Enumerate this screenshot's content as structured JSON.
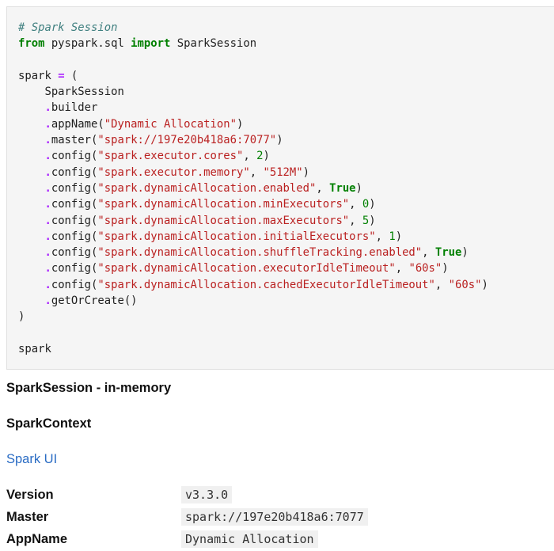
{
  "code_cell": {
    "lines": [
      [
        {
          "t": "# Spark Session",
          "c": "cm"
        }
      ],
      [
        {
          "t": "from",
          "c": "kw"
        },
        {
          "t": " pyspark.sql ",
          "c": ""
        },
        {
          "t": "import",
          "c": "kw"
        },
        {
          "t": " SparkSession",
          "c": ""
        }
      ],
      [
        {
          "t": "",
          "c": ""
        }
      ],
      [
        {
          "t": "spark ",
          "c": ""
        },
        {
          "t": "=",
          "c": "op"
        },
        {
          "t": " (",
          "c": ""
        }
      ],
      [
        {
          "t": "    SparkSession",
          "c": ""
        }
      ],
      [
        {
          "t": "    ",
          "c": ""
        },
        {
          "t": ".",
          "c": "dot"
        },
        {
          "t": "builder",
          "c": ""
        }
      ],
      [
        {
          "t": "    ",
          "c": ""
        },
        {
          "t": ".",
          "c": "dot"
        },
        {
          "t": "appName(",
          "c": ""
        },
        {
          "t": "\"Dynamic Allocation\"",
          "c": "st"
        },
        {
          "t": ")",
          "c": ""
        }
      ],
      [
        {
          "t": "    ",
          "c": ""
        },
        {
          "t": ".",
          "c": "dot"
        },
        {
          "t": "master(",
          "c": ""
        },
        {
          "t": "\"spark://197e20b418a6:7077\"",
          "c": "st"
        },
        {
          "t": ")",
          "c": ""
        }
      ],
      [
        {
          "t": "    ",
          "c": ""
        },
        {
          "t": ".",
          "c": "dot"
        },
        {
          "t": "config(",
          "c": ""
        },
        {
          "t": "\"spark.executor.cores\"",
          "c": "st"
        },
        {
          "t": ", ",
          "c": ""
        },
        {
          "t": "2",
          "c": "nm"
        },
        {
          "t": ")",
          "c": ""
        }
      ],
      [
        {
          "t": "    ",
          "c": ""
        },
        {
          "t": ".",
          "c": "dot"
        },
        {
          "t": "config(",
          "c": ""
        },
        {
          "t": "\"spark.executor.memory\"",
          "c": "st"
        },
        {
          "t": ", ",
          "c": ""
        },
        {
          "t": "\"512M\"",
          "c": "st"
        },
        {
          "t": ")",
          "c": ""
        }
      ],
      [
        {
          "t": "    ",
          "c": ""
        },
        {
          "t": ".",
          "c": "dot"
        },
        {
          "t": "config(",
          "c": ""
        },
        {
          "t": "\"spark.dynamicAllocation.enabled\"",
          "c": "st"
        },
        {
          "t": ", ",
          "c": ""
        },
        {
          "t": "True",
          "c": "bi"
        },
        {
          "t": ")",
          "c": ""
        }
      ],
      [
        {
          "t": "    ",
          "c": ""
        },
        {
          "t": ".",
          "c": "dot"
        },
        {
          "t": "config(",
          "c": ""
        },
        {
          "t": "\"spark.dynamicAllocation.minExecutors\"",
          "c": "st"
        },
        {
          "t": ", ",
          "c": ""
        },
        {
          "t": "0",
          "c": "nm"
        },
        {
          "t": ")",
          "c": ""
        }
      ],
      [
        {
          "t": "    ",
          "c": ""
        },
        {
          "t": ".",
          "c": "dot"
        },
        {
          "t": "config(",
          "c": ""
        },
        {
          "t": "\"spark.dynamicAllocation.maxExecutors\"",
          "c": "st"
        },
        {
          "t": ", ",
          "c": ""
        },
        {
          "t": "5",
          "c": "nm"
        },
        {
          "t": ")",
          "c": ""
        }
      ],
      [
        {
          "t": "    ",
          "c": ""
        },
        {
          "t": ".",
          "c": "dot"
        },
        {
          "t": "config(",
          "c": ""
        },
        {
          "t": "\"spark.dynamicAllocation.initialExecutors\"",
          "c": "st"
        },
        {
          "t": ", ",
          "c": ""
        },
        {
          "t": "1",
          "c": "nm"
        },
        {
          "t": ")",
          "c": ""
        }
      ],
      [
        {
          "t": "    ",
          "c": ""
        },
        {
          "t": ".",
          "c": "dot"
        },
        {
          "t": "config(",
          "c": ""
        },
        {
          "t": "\"spark.dynamicAllocation.shuffleTracking.enabled\"",
          "c": "st"
        },
        {
          "t": ", ",
          "c": ""
        },
        {
          "t": "True",
          "c": "bi"
        },
        {
          "t": ")",
          "c": ""
        }
      ],
      [
        {
          "t": "    ",
          "c": ""
        },
        {
          "t": ".",
          "c": "dot"
        },
        {
          "t": "config(",
          "c": ""
        },
        {
          "t": "\"spark.dynamicAllocation.executorIdleTimeout\"",
          "c": "st"
        },
        {
          "t": ", ",
          "c": ""
        },
        {
          "t": "\"60s\"",
          "c": "st"
        },
        {
          "t": ")",
          "c": ""
        }
      ],
      [
        {
          "t": "    ",
          "c": ""
        },
        {
          "t": ".",
          "c": "dot"
        },
        {
          "t": "config(",
          "c": ""
        },
        {
          "t": "\"spark.dynamicAllocation.cachedExecutorIdleTimeout\"",
          "c": "st"
        },
        {
          "t": ", ",
          "c": ""
        },
        {
          "t": "\"60s\"",
          "c": "st"
        },
        {
          "t": ")",
          "c": ""
        }
      ],
      [
        {
          "t": "    ",
          "c": ""
        },
        {
          "t": ".",
          "c": "dot"
        },
        {
          "t": "getOrCreate()",
          "c": ""
        }
      ],
      [
        {
          "t": ")",
          "c": ""
        }
      ],
      [
        {
          "t": "",
          "c": ""
        }
      ],
      [
        {
          "t": "spark",
          "c": ""
        }
      ]
    ]
  },
  "output": {
    "session_heading": "SparkSession - in-memory",
    "context_heading": "SparkContext",
    "spark_ui_link": "Spark UI",
    "info": [
      {
        "key": "Version",
        "value": "v3.3.0"
      },
      {
        "key": "Master",
        "value": "spark://197e20b418a6:7077"
      },
      {
        "key": "AppName",
        "value": "Dynamic Allocation"
      }
    ]
  }
}
